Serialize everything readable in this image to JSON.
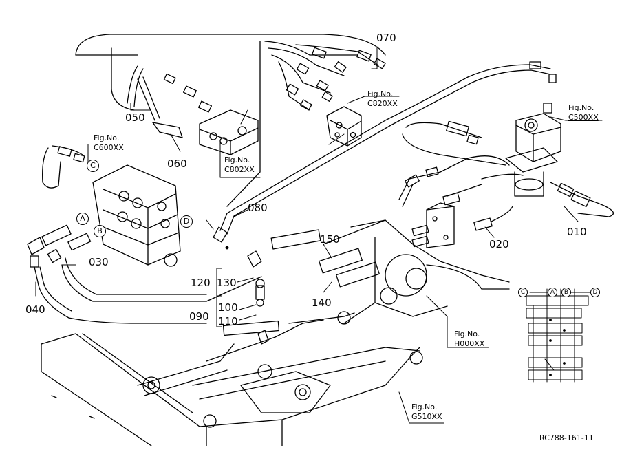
{
  "parts": {
    "p010": "010",
    "p020": "020",
    "p030": "030",
    "p040": "040",
    "p050": "050",
    "p060": "060",
    "p070": "070",
    "p080": "080",
    "p090": "090",
    "p100": "100",
    "p110": "110",
    "p120": "120",
    "p130": "130",
    "p140": "140",
    "p150": "150"
  },
  "figrefs": {
    "prefix": "Fig.No.",
    "c500": "C500XX",
    "c600": "C600XX",
    "c802": "C802XX",
    "c820": "C820XX",
    "h000": "H000XX",
    "g510": "G510XX"
  },
  "ports": {
    "a": "A",
    "b": "B",
    "c": "C",
    "d": "D"
  },
  "drawing_code": "RC788-161-11"
}
